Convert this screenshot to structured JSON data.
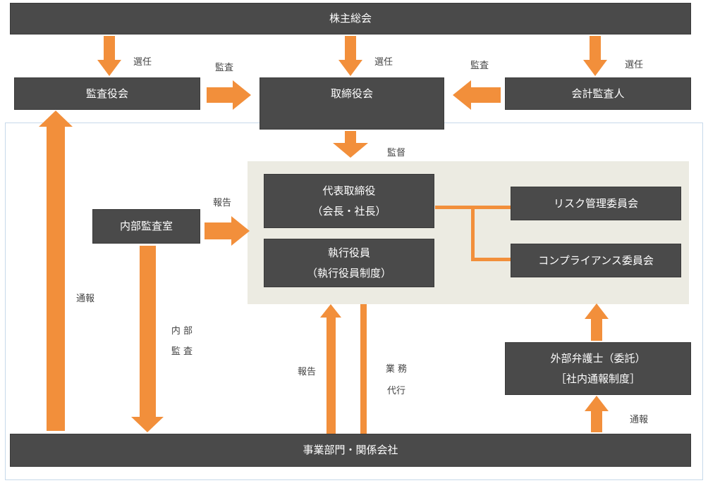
{
  "boxes": {
    "shareholders": "株主総会",
    "auditors": "監査役会",
    "board": "取締役会",
    "accounting_auditor": "会計監査人",
    "president_line1": "代表取締役",
    "president_line2": "（会長・社長）",
    "executive_line1": "執行役員",
    "executive_line2": "（執行役員制度）",
    "risk_committee": "リスク管理委員会",
    "compliance_committee": "コンプライアンス委員会",
    "internal_audit": "内部監査室",
    "lawyer_line1": "外部弁護士（委託）",
    "lawyer_line2": "［社内通報制度］",
    "business": "事業部門・関係会社"
  },
  "labels": {
    "elect_left": "選任",
    "elect_center": "選任",
    "elect_right": "選任",
    "audit_left": "監査",
    "audit_right": "監査",
    "supervise": "監督",
    "report_internal": "報告",
    "whistle_left": "通報",
    "internal_audit_v1": "内 部",
    "internal_audit_v2": "監 査",
    "report_bottom": "報告",
    "business_exec_1": "業 務",
    "business_exec_2": "代行",
    "whistle_right": "通報"
  },
  "colors": {
    "box": "#4a4a4a",
    "arrow": "#f28f3b",
    "panel": "#ecebe2",
    "frame": "#c7d9ea"
  }
}
